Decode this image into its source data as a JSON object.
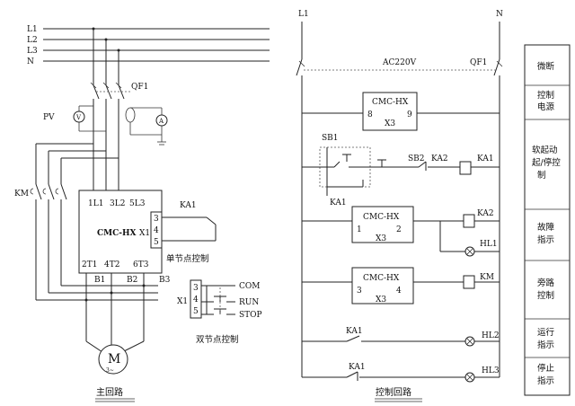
{
  "left": {
    "bus": [
      "L1",
      "L2",
      "L3",
      "N"
    ],
    "pv": "PV",
    "qf1": "QF1",
    "km": "KM",
    "ka1": "KA1",
    "ctrl": {
      "name": "CMC-HX",
      "t1": "1L1",
      "t2": "3L2",
      "t3": "5L3",
      "b1": "2T1",
      "b2": "4T2",
      "b3": "6T3",
      "x1": "X1",
      "p3": "3",
      "p4": "4",
      "p5": "5"
    },
    "b1": "B1",
    "b2": "B2",
    "b3": "B3",
    "single": "单节点控制",
    "dual": {
      "x1": "X1",
      "p3": "3",
      "p4": "4",
      "p5": "5",
      "com": "COM",
      "run": "RUN",
      "stop": "STOP",
      "caption": "双节点控制"
    },
    "motor": "M",
    "motor_sub": "3~",
    "title": "主回路"
  },
  "right": {
    "l1": "L1",
    "n": "N",
    "ac": "AC220V",
    "qf1": "QF1",
    "x3box": {
      "name": "CMC-HX",
      "a": "8",
      "b": "9",
      "x": "X3"
    },
    "sb1": "SB1",
    "sb2": "SB2",
    "ka2": "KA2",
    "ka1": "KA1",
    "ka1b": "KA1",
    "fault": {
      "name": "CMC-HX",
      "a": "1",
      "b": "2",
      "x": "X3",
      "relay": "KA2",
      "lamp": "HL1"
    },
    "bypass": {
      "name": "CMC-HX",
      "a": "3",
      "b": "4",
      "x": "X3",
      "relay": "KM"
    },
    "run_ka1": "KA1",
    "hl2": "HL2",
    "stop_ka1": "KA1",
    "hl3": "HL3",
    "title": "控制回路"
  },
  "table": [
    "微断",
    "控制电源",
    "软起动起/停控制",
    "故障指示",
    "旁路控制",
    "运行指示",
    "停止指示"
  ],
  "table_lines": [
    [
      "微断"
    ],
    [
      "控制",
      "电源"
    ],
    [
      "软起动",
      "起/停控",
      "制"
    ],
    [
      "故障",
      "指示"
    ],
    [
      "旁路",
      "控制"
    ],
    [
      "运行",
      "指示"
    ],
    [
      "停止",
      "指示"
    ]
  ]
}
